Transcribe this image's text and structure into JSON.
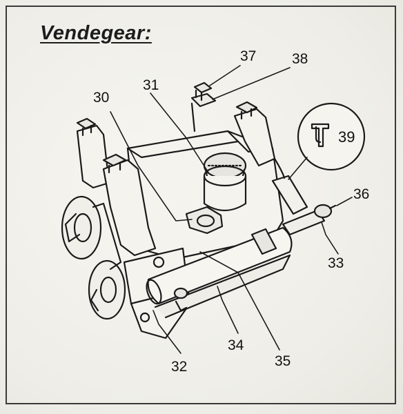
{
  "title": "Vendegear:",
  "callouts": {
    "c30": "30",
    "c31": "31",
    "c32": "32",
    "c33": "33",
    "c34": "34",
    "c35": "35",
    "c36": "36",
    "c37": "37",
    "c38": "38",
    "c39": "39"
  },
  "colors": {
    "ink": "#1a1a1a",
    "paper": "#f2f1ec"
  }
}
